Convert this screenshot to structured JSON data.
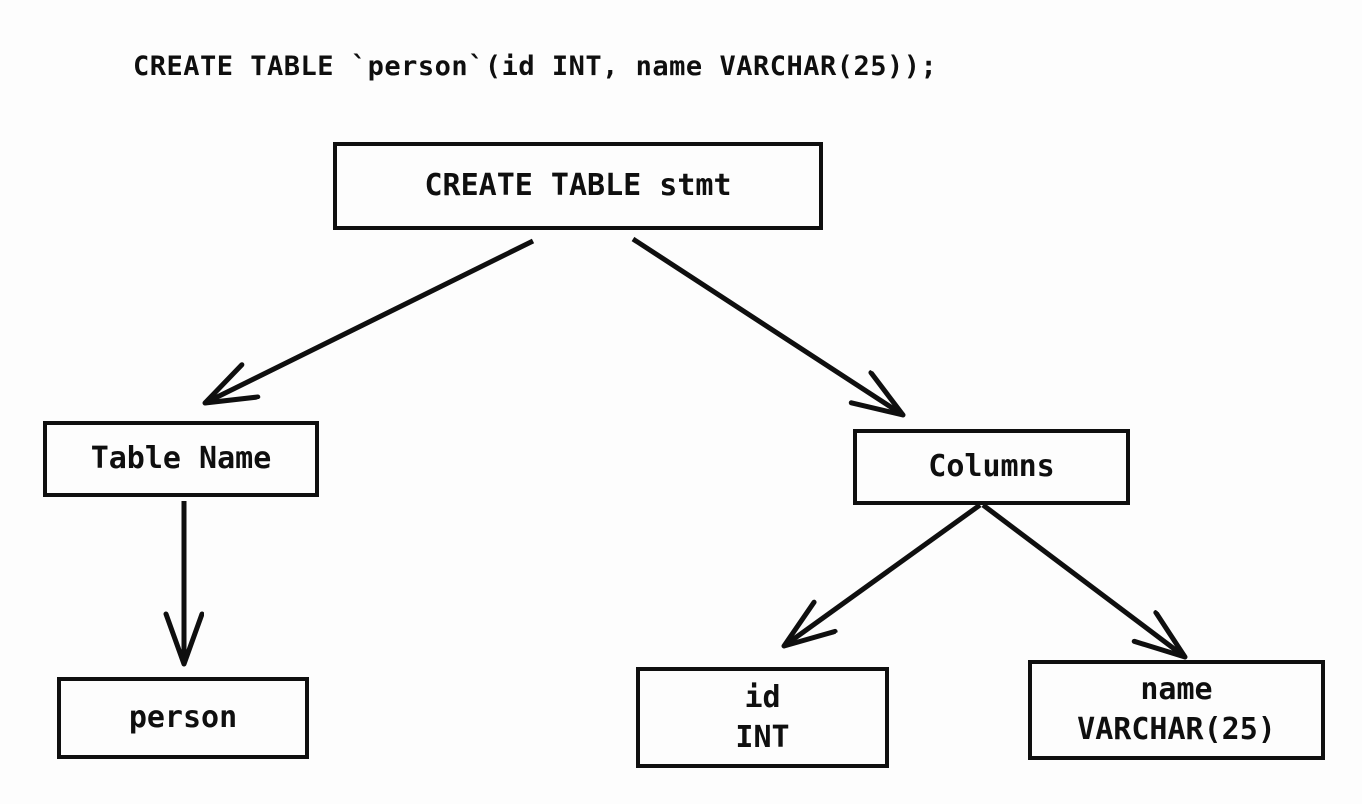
{
  "title": {
    "statement": "CREATE TABLE `person`(id INT, name VARCHAR(25));"
  },
  "diagram": {
    "type": "parse-tree",
    "nodes": {
      "root": {
        "label": "CREATE TABLE stmt"
      },
      "table_name": {
        "label": "Table Name"
      },
      "columns": {
        "label": "Columns"
      },
      "person": {
        "label": "person"
      },
      "id_column": {
        "name": "id",
        "type": "INT"
      },
      "name_column": {
        "name": "name",
        "type": "VARCHAR(25)"
      }
    },
    "edges": [
      {
        "from": "root",
        "to": "table_name"
      },
      {
        "from": "root",
        "to": "columns"
      },
      {
        "from": "table_name",
        "to": "person"
      },
      {
        "from": "columns",
        "to": "id_column"
      },
      {
        "from": "columns",
        "to": "name_column"
      }
    ],
    "colors": {
      "stroke": "#0f0f0f",
      "text": "#0f0f0f",
      "background": "#fdfdfd"
    }
  }
}
